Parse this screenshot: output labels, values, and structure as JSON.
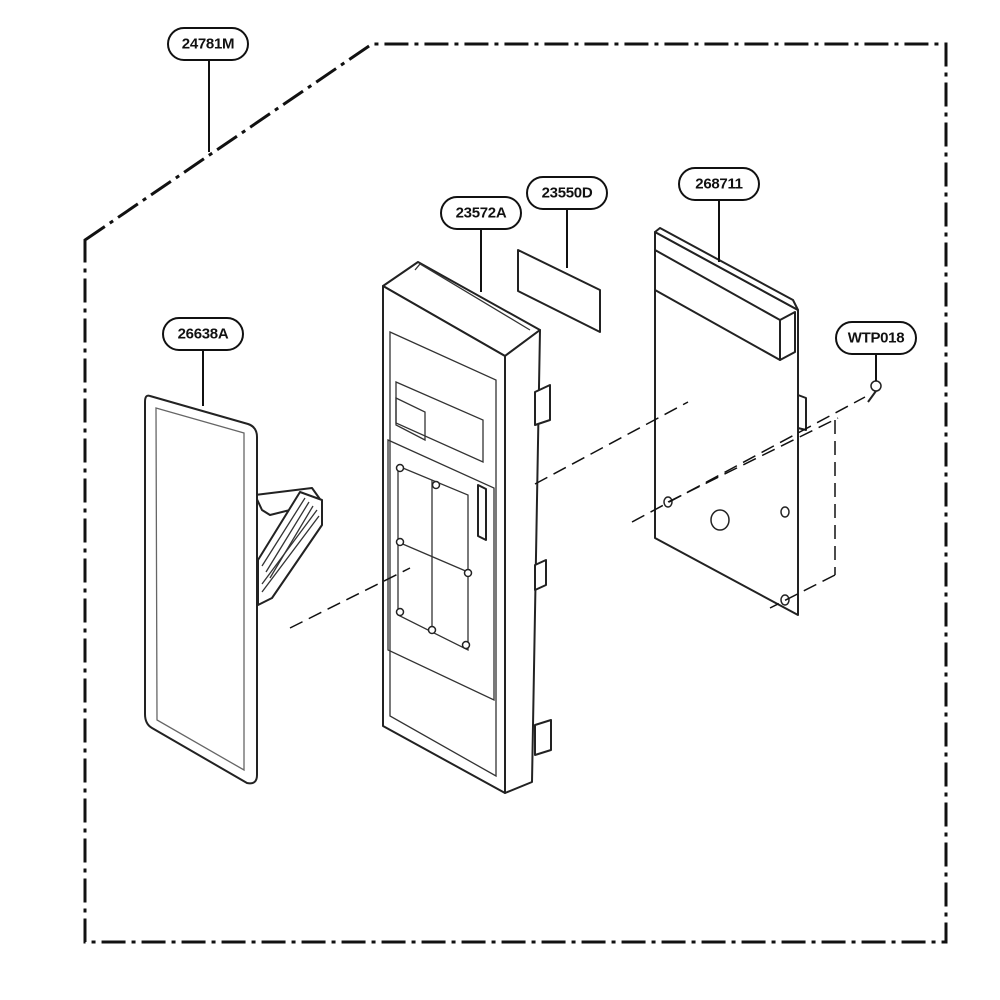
{
  "diagram": {
    "assembly_label": "24781M",
    "parts": [
      {
        "id": "keypad-overlay",
        "label": "26638A"
      },
      {
        "id": "control-panel-frame",
        "label": "23572A"
      },
      {
        "id": "display-window",
        "label": "23550D"
      },
      {
        "id": "control-board",
        "label": "268711"
      },
      {
        "id": "screw",
        "label": "WTP018"
      }
    ]
  }
}
